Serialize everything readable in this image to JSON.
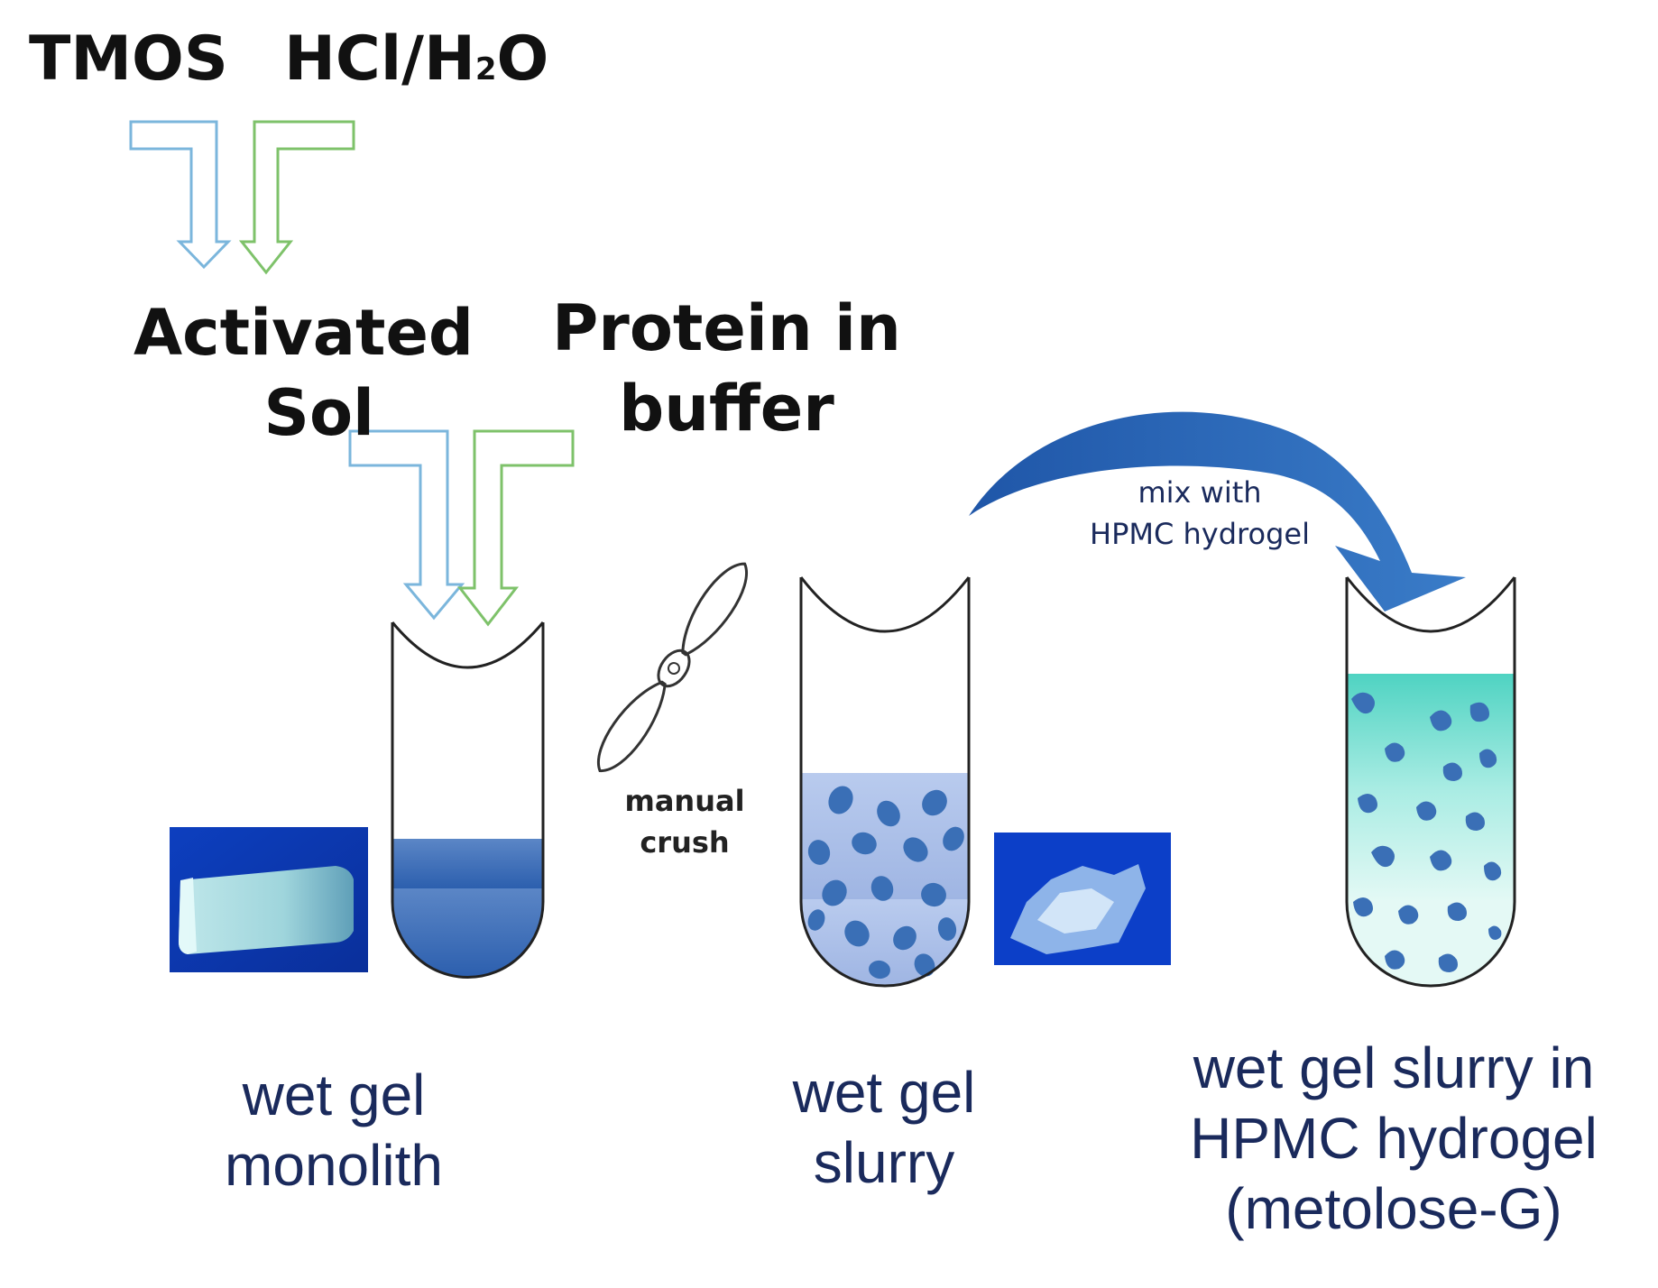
{
  "reagents": {
    "tmos": "TMOS",
    "acid_main": "HCl/H",
    "acid_sub": "2",
    "acid_end": "O"
  },
  "intermediates": {
    "sol_line1": "Activated",
    "sol_line2": "Sol",
    "protein_line1": "Protein in",
    "protein_line2": "buffer"
  },
  "steps": {
    "crush_line1": "manual",
    "crush_line2": "crush",
    "mix_line1": "mix with",
    "mix_line2": "HPMC hydrogel"
  },
  "products": {
    "monolith_line1": "wet gel",
    "monolith_line2": "monolith",
    "slurry_line1": "wet gel",
    "slurry_line2": "slurry",
    "final_line1": "wet gel slurry in",
    "final_line2": "HPMC hydrogel",
    "final_line3": "(metolose-G)"
  },
  "colors": {
    "arrow_blue": "#7bb6dc",
    "arrow_green": "#7ec26a",
    "big_arrow": "#2a66b8",
    "monolith_fill": "#3f72b8",
    "slurry_fill": "#a9bde6",
    "hpmc_fill": "#5fd6c6",
    "particle": "#3a6fb6",
    "label_navy": "#1a2a5c"
  }
}
